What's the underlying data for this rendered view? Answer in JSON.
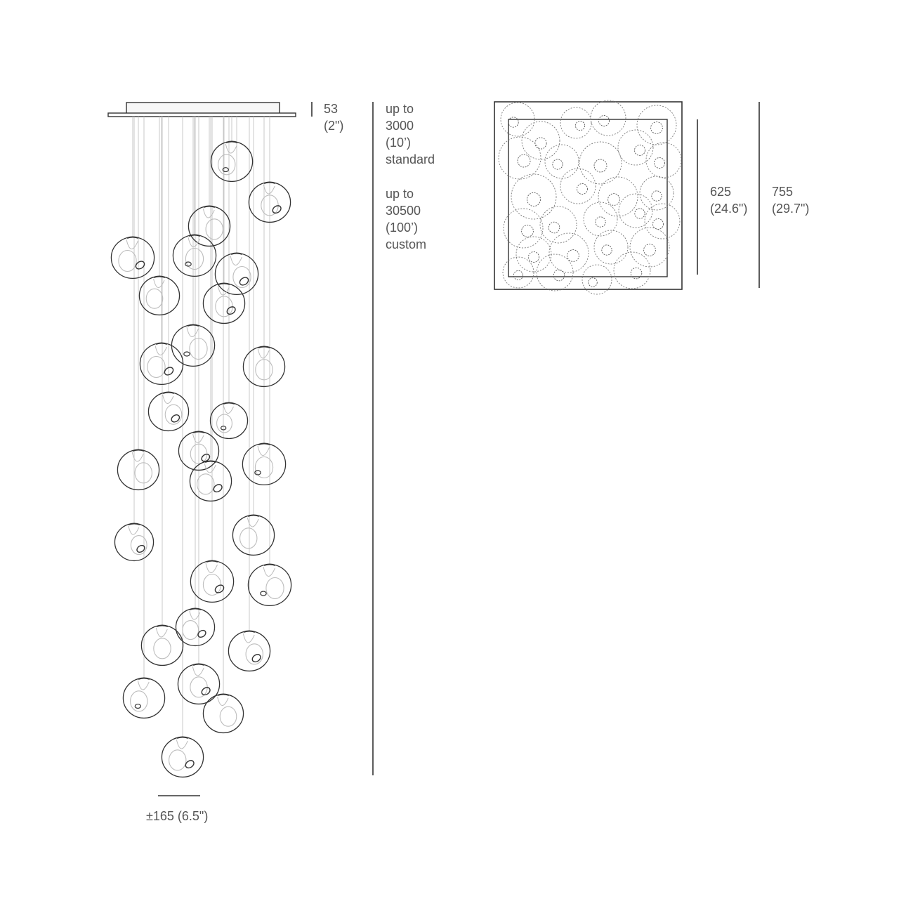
{
  "dimensions": {
    "canopy_height": {
      "mm": "53",
      "inch": "(2\")"
    },
    "cable_length_standard": {
      "prefix": "up to",
      "mm": "3000",
      "ft": "(10’)",
      "label": "standard"
    },
    "cable_length_custom": {
      "prefix": "up to",
      "mm": "30500",
      "ft": "(100’)",
      "label": "custom"
    },
    "canopy_inner_width": {
      "mm": "625",
      "inch": "(24.6\")"
    },
    "canopy_outer_width": {
      "mm": "755",
      "inch": "(29.7\")"
    },
    "globe_diameter": {
      "text": "±165 (6.5\")"
    }
  },
  "colors": {
    "line": "#333333",
    "faint_line": "#bdbdbd",
    "text": "#555555",
    "canopy_fill": "#f7f7f7"
  }
}
